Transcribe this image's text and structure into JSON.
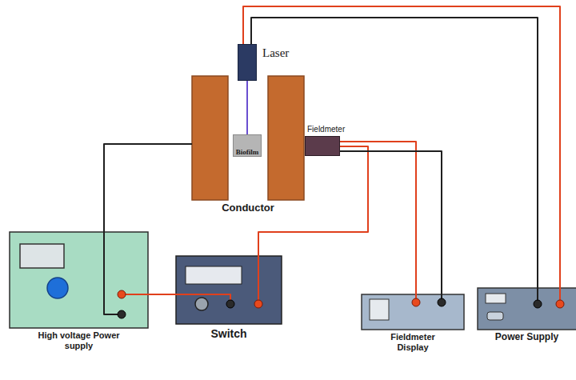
{
  "diagram": {
    "nodes": [
      {
        "text": [
          "Laser"
        ]
      },
      {
        "text": [
          "Conductor"
        ]
      },
      {
        "text": [
          "Biofilm"
        ],
        "in": 1
      },
      {
        "text": [
          "Fieldmeter"
        ]
      },
      {
        "text": [
          "High voltage Power supply"
        ]
      },
      {
        "text": [
          "Switch"
        ]
      },
      {
        "text": [
          "Fieldmeter Display"
        ]
      },
      {
        "text": [
          "Power Supply"
        ]
      }
    ],
    "edges": [
      {
        "from": 1,
        "to": 4,
        "arrow": "none"
      },
      {
        "from": 4,
        "to": 5,
        "arrow": "none"
      },
      {
        "from": 5,
        "to": 3,
        "arrow": "none"
      },
      {
        "from": 3,
        "to": 6,
        "arrow": "none"
      },
      {
        "from": 3,
        "to": 6,
        "arrow": "none"
      },
      {
        "from": 0,
        "to": 7,
        "arrow": "none"
      },
      {
        "from": 0,
        "to": 7,
        "arrow": "none"
      },
      {
        "from": 0,
        "to": 2,
        "arrow": "none"
      }
    ]
  }
}
